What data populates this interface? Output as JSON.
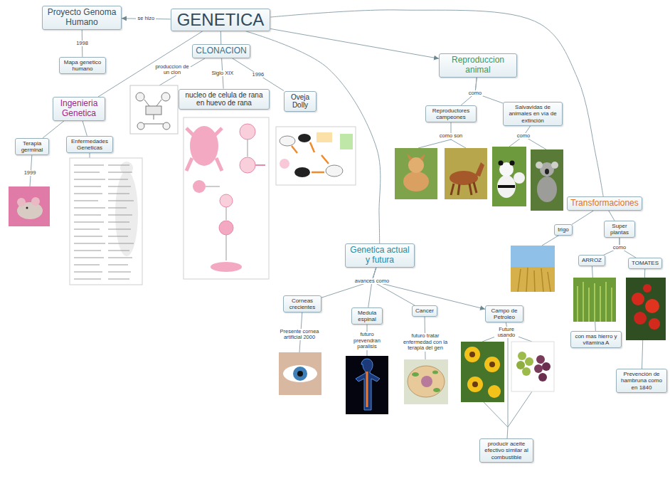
{
  "diagram": {
    "nodes": [
      {
        "text": [
          "GENETICA"
        ]
      },
      {
        "text": [
          "Proyecto Genoma Humano"
        ]
      },
      {
        "text": [
          "Mapa genetico humano"
        ]
      },
      {
        "text": [
          "CLONACION"
        ]
      },
      {
        "text": [
          "Ingenieria Genetica"
        ]
      },
      {
        "text": [
          "Terapia germinal"
        ]
      },
      {
        "text": [
          "Enfermedades Geneticas"
        ]
      },
      {
        "text": [
          "nucleo de celula de rana en huevo de rana"
        ]
      },
      {
        "text": [
          "Oveja Dolly"
        ]
      },
      {
        "text": [
          "Reproduccion animal"
        ]
      },
      {
        "text": [
          "Reproductores campeones"
        ]
      },
      {
        "text": [
          "Salvavidas de animales en vía de extinción"
        ]
      },
      {
        "text": [
          "Transformaciones"
        ]
      },
      {
        "text": [
          "trigo"
        ]
      },
      {
        "text": [
          "Super plantas"
        ]
      },
      {
        "text": [
          "ARROZ"
        ]
      },
      {
        "text": [
          "TOMATES"
        ]
      },
      {
        "text": [
          "con mas hierro y vitamina A"
        ]
      },
      {
        "text": [
          "Prevención de hambruna como en 1840"
        ]
      },
      {
        "text": [
          "Genetica actual y futura"
        ]
      },
      {
        "text": [
          "Corneas crecientes"
        ]
      },
      {
        "text": [
          "Medula espinal"
        ]
      },
      {
        "text": [
          "Cancer"
        ]
      },
      {
        "text": [
          "Campo de Petroleo"
        ]
      },
      {
        "text": [
          "producir aceite efectivo similar al combustible"
        ]
      }
    ],
    "edges": [
      {
        "from": 0,
        "to": 1,
        "label": "se hizo",
        "arrow": "to"
      },
      {
        "from": 1,
        "to": 2,
        "label": "1998",
        "arrow": "none"
      },
      {
        "from": 0,
        "to": 3,
        "arrow": "none"
      },
      {
        "from": 0,
        "to": 4,
        "arrow": "none"
      },
      {
        "from": 0,
        "to": 9,
        "arrow": "to"
      },
      {
        "from": 0,
        "to": 12,
        "arrow": "none"
      },
      {
        "from": 0,
        "to": 19,
        "arrow": "none"
      },
      {
        "from": 3,
        "to": 7,
        "label": "Siglo XIX",
        "arrow": "none"
      },
      {
        "from": 3,
        "to": 8,
        "label": "1996",
        "arrow": "none"
      },
      {
        "from": 4,
        "to": 5,
        "arrow": "none"
      },
      {
        "from": 4,
        "to": 6,
        "arrow": "none"
      },
      {
        "from": 9,
        "to": 10,
        "arrow": "none"
      },
      {
        "from": 9,
        "to": 11,
        "arrow": "none"
      },
      {
        "from": 12,
        "to": 13,
        "arrow": "none"
      },
      {
        "from": 12,
        "to": 14,
        "arrow": "none"
      },
      {
        "from": 14,
        "to": 15,
        "arrow": "none"
      },
      {
        "from": 14,
        "to": 16,
        "arrow": "none"
      },
      {
        "from": 15,
        "to": 17,
        "arrow": "none"
      },
      {
        "from": 16,
        "to": 18,
        "arrow": "none"
      },
      {
        "from": 19,
        "to": 20,
        "arrow": "none"
      },
      {
        "from": 19,
        "to": 21,
        "arrow": "none"
      },
      {
        "from": 19,
        "to": 22,
        "arrow": "none"
      },
      {
        "from": 19,
        "to": 23,
        "arrow": "to"
      },
      {
        "from": 23,
        "to": 24,
        "arrow": "none"
      }
    ],
    "labels": [
      "produccion de un clon",
      "1999",
      "como",
      "como son",
      "como",
      "como",
      "avances como",
      "Presente cornea artificial 2000",
      "futuro prevendran paralisis",
      "futuro tratar enfermedad con la terapia del gen",
      "Future usando"
    ]
  }
}
